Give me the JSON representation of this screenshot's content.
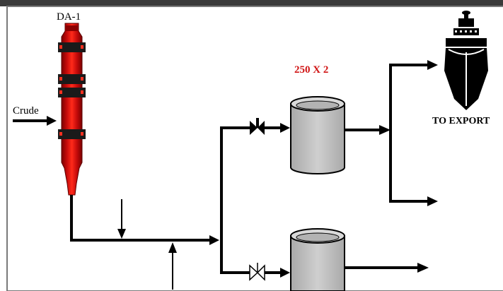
{
  "header": {
    "title": ""
  },
  "colors": {
    "column_red": "#e3110f",
    "tank_gray": "#bfbfbf",
    "highlight_red": "#d01414",
    "line": "#000000",
    "banner": "#3a3a3a"
  },
  "equipment": {
    "column_label": "DA-1",
    "feed_label": "Crude",
    "tank_group_label": "250 X 2",
    "export_label": "TO EXPORT"
  },
  "icons": {
    "ship": "ship-icon",
    "valve_open": "valve-icon",
    "valve_closed": "valve-outline-icon"
  }
}
